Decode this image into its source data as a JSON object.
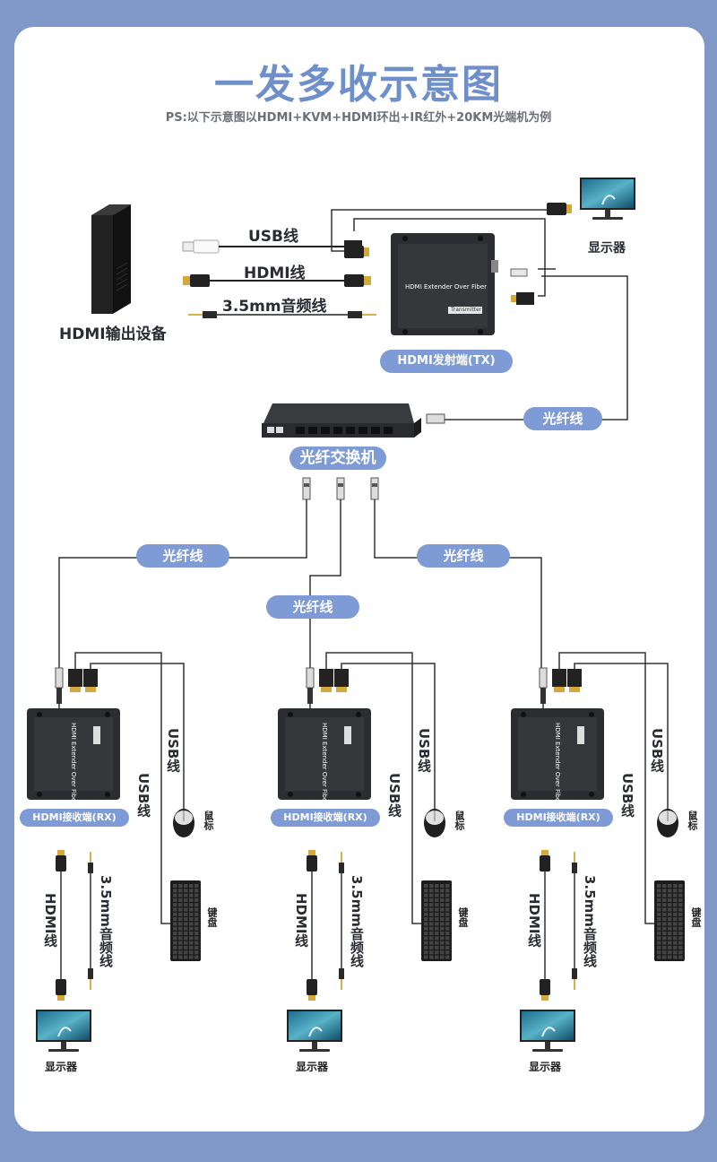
{
  "title": "一发多收示意图",
  "subtitle": "PS:以下示意图以HDMI+KVM+HDMI环出+IR红外+20KM光端机为例",
  "source": {
    "device_label": "HDMI输出设备",
    "usb_cable": "USB线",
    "hdmi_cable": "HDMI线",
    "audio_cable": "3.5mm音频线"
  },
  "transmitter": {
    "label": "HDMI发射端(TX)",
    "panel_text": "HDMI Extender Over Fiber",
    "tag": "Transmitter",
    "monitor_label": "显示器"
  },
  "switch": {
    "label": "光纤交换机",
    "fiber_to_tx": "光纤线"
  },
  "fiber_labels": [
    "光纤线",
    "光纤线",
    "光纤线"
  ],
  "receivers": [
    {
      "label": "HDMI接收端(RX)",
      "panel_text": "HDMI Extender Over Fiber",
      "usb_mouse": "USB线",
      "usb_keyboard": "USB线",
      "mouse": "鼠标",
      "keyboard": "键盘",
      "hdmi": "HDMI线",
      "audio": "3.5mm音频线",
      "monitor": "显示器"
    },
    {
      "label": "HDMI接收端(RX)",
      "panel_text": "HDMI Extender Over Fiber",
      "usb_mouse": "USB线",
      "usb_keyboard": "USB线",
      "mouse": "鼠标",
      "keyboard": "键盘",
      "hdmi": "HDMI线",
      "audio": "3.5mm音频线",
      "monitor": "显示器"
    },
    {
      "label": "HDMI接收端(RX)",
      "panel_text": "HDMI Extender Over Fiber",
      "usb_mouse": "USB线",
      "usb_keyboard": "USB线",
      "mouse": "鼠标",
      "keyboard": "键盘",
      "hdmi": "HDMI线",
      "audio": "3.5mm音频线",
      "monitor": "显示器"
    }
  ],
  "colors": {
    "background": "#7f98c8",
    "title": "#6f8fca",
    "pill": "#7e9bd6",
    "device": "#2c2d30"
  }
}
